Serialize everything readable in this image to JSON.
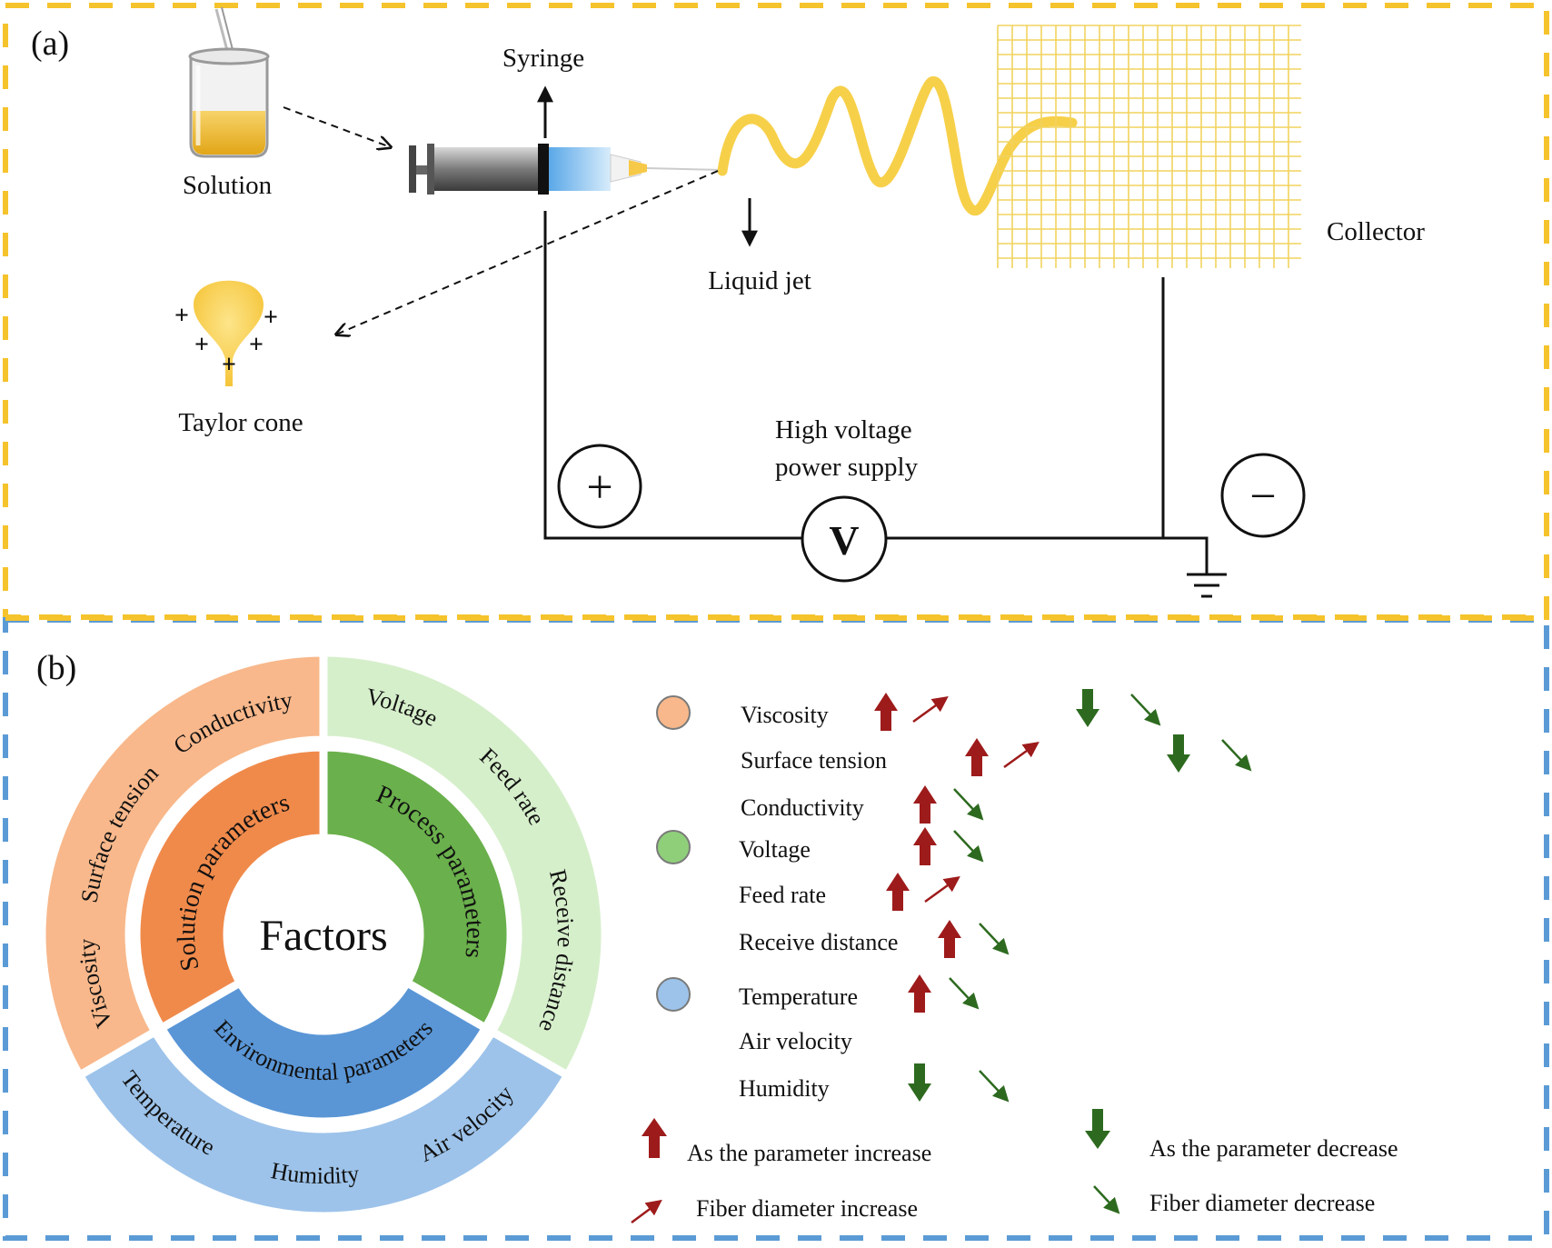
{
  "panel_a": {
    "label": "(a)",
    "solution": "Solution",
    "syringe": "Syringe",
    "liquid_jet": "Liquid jet",
    "collector": "Collector",
    "taylor_cone": "Taylor cone",
    "power_supply_line1": "High voltage",
    "power_supply_line2": "power supply",
    "voltmeter_symbol": "V",
    "positive_symbol": "+",
    "negative_symbol": "−",
    "charge_symbol": "+"
  },
  "panel_b": {
    "label": "(b)",
    "center": "Factors",
    "groups": {
      "solution": "Solution parameters",
      "process": "Process parameters",
      "environmental": "Environmental parameters"
    },
    "outer": {
      "viscosity": "Viscosity",
      "surface_tension": "Surface tension",
      "conductivity": "Conductivity",
      "voltage": "Voltage",
      "feed_rate": "Feed rate",
      "receive_distance": "Receive distance",
      "temperature": "Temperature",
      "humidity": "Humidity",
      "air_velocity": "Air velocity"
    },
    "effects": [
      {
        "name": "Viscosity",
        "marker": "orange"
      },
      {
        "name": "Surface tension",
        "marker": ""
      },
      {
        "name": "Conductivity",
        "marker": ""
      },
      {
        "name": "Voltage",
        "marker": "green"
      },
      {
        "name": "Feed rate",
        "marker": ""
      },
      {
        "name": "Receive distance",
        "marker": ""
      },
      {
        "name": "Temperature",
        "marker": "blue"
      },
      {
        "name": "Air velocity",
        "marker": ""
      },
      {
        "name": "Humidity",
        "marker": ""
      }
    ],
    "legend": {
      "param_increase": "As the parameter increase",
      "param_decrease": "As the parameter decrease",
      "fiber_increase": "Fiber diameter increase",
      "fiber_decrease": "Fiber diameter decrease"
    }
  },
  "colors": {
    "panel_a_border": "#F5C32C",
    "panel_b_border": "#5B9BD5",
    "solution_outer": "#F8B88B",
    "solution_inner": "#F08A4B",
    "process_outer": "#D6EFCB",
    "process_inner": "#6AB04C",
    "env_outer": "#9DC3EA",
    "env_inner": "#5A96D6",
    "increase": "#9E1B1B",
    "decrease": "#2D6A1F",
    "jet": "#F7D04A"
  }
}
